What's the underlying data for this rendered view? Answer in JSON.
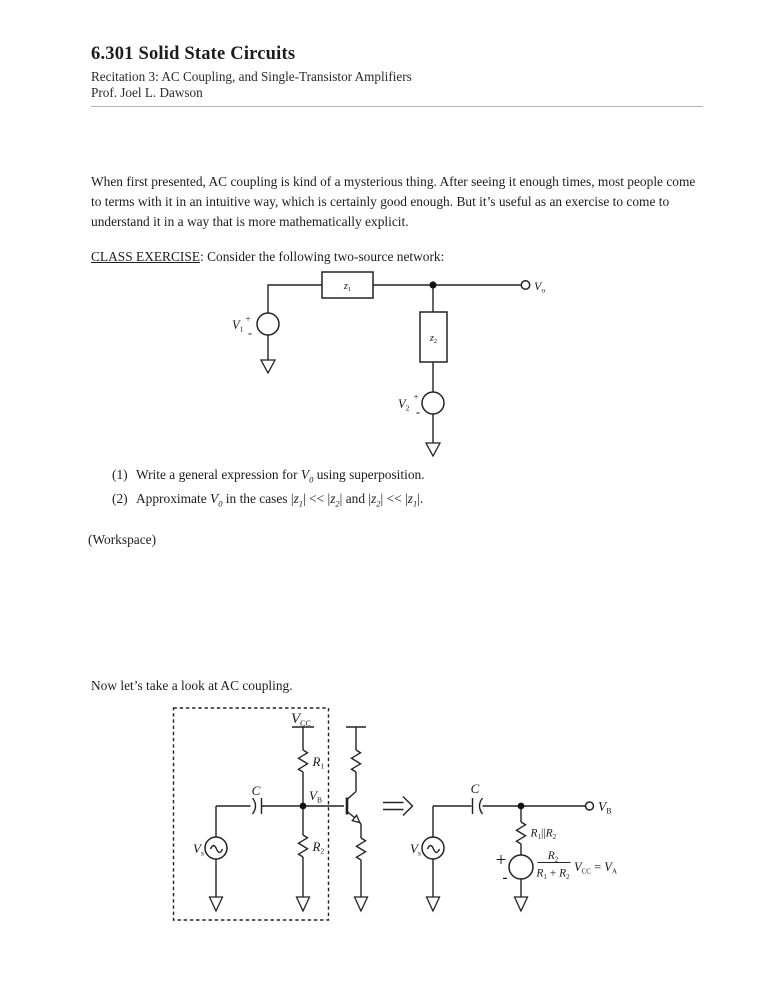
{
  "header": {
    "title": "6.301 Solid State Circuits",
    "course_line": "Recitation 3: AC Coupling, and Single-Transistor Amplifiers",
    "author_line": "Prof. Joel L. Dawson"
  },
  "intro_paragraph": "When first presented, AC coupling is kind of a mysterious thing. After seeing it enough times, most people come to terms with it in an intuitive way, which is certainly good enough. But it’s useful as an exercise to come to understand it in a way that is more mathematically explicit.",
  "class_exercise": {
    "label": "CLASS EXERCISE",
    "rest": ": Consider the following two-source network:"
  },
  "exercise_items": {
    "item1": {
      "num": "(1)",
      "t1": "Write a general expression for ",
      "v": "V",
      "vsub": "0",
      "t2": " using superposition."
    },
    "item2": {
      "num": "(2)",
      "t1": "Approximate ",
      "v": "V",
      "vsub": "0",
      "t2": " in the cases |",
      "z1": "z",
      "z1s": "1",
      "t3": "| << |",
      "z2": "z",
      "z2s": "2",
      "t4": "| and |",
      "z3": "z",
      "z3s": "2",
      "t5": "| << |",
      "z4": "z",
      "z4s": "1",
      "t6": "|."
    }
  },
  "workspace": "(Workspace)",
  "ac_intro": "Now let’s take a look at AC coupling.",
  "circuit1": {
    "z1": "z",
    "z1s": "1",
    "z2": "z",
    "z2s": "2",
    "v1": "V",
    "v1s": "1",
    "v1_plus": "+",
    "v1_minus": "-",
    "v2": "V",
    "v2s": "2",
    "v2_plus": "+",
    "v2_minus": "-",
    "vo": "V",
    "vos": "o"
  },
  "circuit2": {
    "vcc": "V",
    "vccs": "CC",
    "r1": "R",
    "r1s": "1",
    "r2": "R",
    "r2s": "2",
    "vb": "V",
    "vbs": "B",
    "cap": "C",
    "vs": "V",
    "vss": "s",
    "cap_right": "C",
    "vs_right": "V",
    "vs_rights": "s",
    "vb_right": "V",
    "vb_rights": "B",
    "rpar_r1": "R",
    "rpar_r1s": "1",
    "rpar_bars": "||",
    "rpar_r2": "R",
    "rpar_r2s": "2",
    "bias_plus": "+",
    "bias_minus": "-",
    "frac_num": "R",
    "frac_nums": "2",
    "frac_den1": "R",
    "frac_den1s": "1",
    "frac_denplus": " + ",
    "frac_den2": "R",
    "frac_den2s": "2",
    "vcc2": "V",
    "vcc2s": "CC",
    "eq": " = ",
    "va": "V",
    "vas": "A"
  }
}
